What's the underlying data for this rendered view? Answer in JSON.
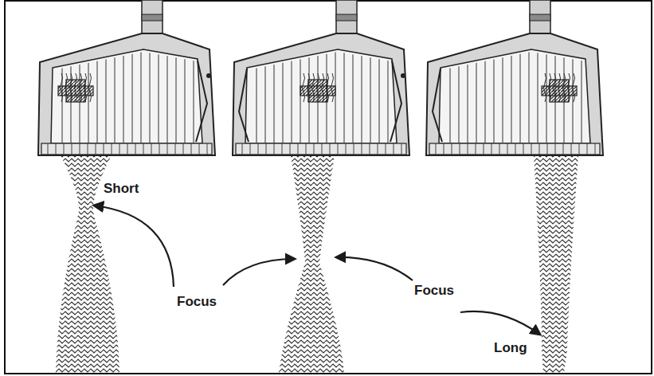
{
  "diagram": {
    "labels": [
      "Short",
      "Focus",
      "Focus",
      "Long"
    ]
  }
}
